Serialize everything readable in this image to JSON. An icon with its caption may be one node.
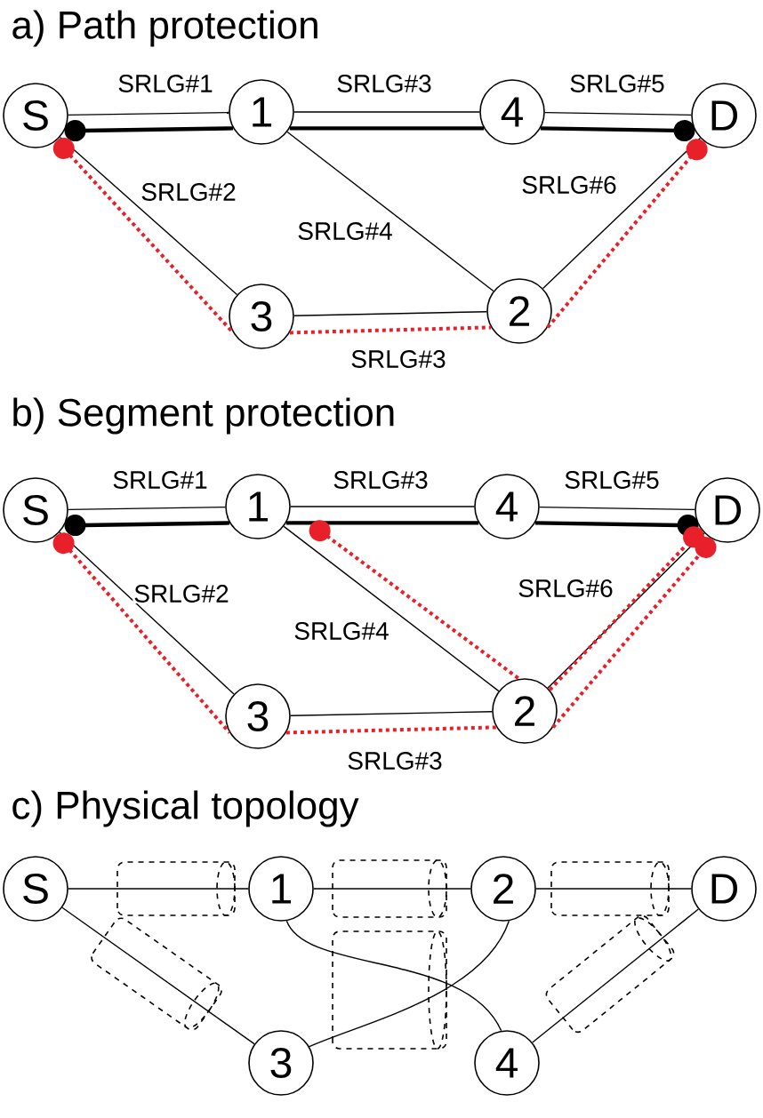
{
  "diagram": {
    "nodes": [
      {
        "text": [
          "S"
        ]
      },
      {
        "text": [
          "1"
        ]
      },
      {
        "text": [
          "4"
        ]
      },
      {
        "text": [
          "D"
        ]
      },
      {
        "text": [
          "3"
        ]
      },
      {
        "text": [
          "2"
        ]
      },
      {
        "text": [
          "S"
        ]
      },
      {
        "text": [
          "1"
        ]
      },
      {
        "text": [
          "4"
        ]
      },
      {
        "text": [
          "D"
        ]
      },
      {
        "text": [
          "3"
        ]
      },
      {
        "text": [
          "2"
        ]
      },
      {
        "text": [
          "S"
        ]
      },
      {
        "text": [
          "1"
        ]
      },
      {
        "text": [
          "2"
        ]
      },
      {
        "text": [
          "D"
        ]
      },
      {
        "text": [
          "3"
        ]
      },
      {
        "text": [
          "4"
        ]
      }
    ],
    "edges": [
      {
        "from": 0,
        "to": 1,
        "arrow": "none",
        "label": "SRLG#1"
      },
      {
        "from": 1,
        "to": 2,
        "arrow": "none",
        "label": "SRLG#3"
      },
      {
        "from": 2,
        "to": 3,
        "arrow": "none",
        "label": "SRLG#5"
      },
      {
        "from": 0,
        "to": 4,
        "arrow": "none",
        "label": "SRLG#2"
      },
      {
        "from": 1,
        "to": 5,
        "arrow": "none",
        "label": "SRLG#4"
      },
      {
        "from": 4,
        "to": 5,
        "arrow": "none",
        "label": "SRLG#3"
      },
      {
        "from": 5,
        "to": 3,
        "arrow": "none",
        "label": "SRLG#6"
      },
      {
        "from": 0,
        "to": 1,
        "arrow": "other",
        "style": "thick"
      },
      {
        "from": 1,
        "to": 2,
        "arrow": "none",
        "style": "thick"
      },
      {
        "from": 2,
        "to": 3,
        "arrow": "other",
        "style": "thick"
      },
      {
        "from": 0,
        "to": 4,
        "arrow": "other",
        "style": "dashed",
        "color": "#e8202a"
      },
      {
        "from": 4,
        "to": 5,
        "arrow": "none",
        "style": "dashed",
        "color": "#e8202a"
      },
      {
        "from": 5,
        "to": 3,
        "arrow": "other",
        "style": "dashed",
        "color": "#e8202a"
      },
      {
        "from": 6,
        "to": 7,
        "arrow": "none",
        "label": "SRLG#1"
      },
      {
        "from": 7,
        "to": 8,
        "arrow": "none",
        "label": "SRLG#3"
      },
      {
        "from": 8,
        "to": 9,
        "arrow": "none",
        "label": "SRLG#5"
      },
      {
        "from": 6,
        "to": 10,
        "arrow": "none",
        "label": "SRLG#2"
      },
      {
        "from": 7,
        "to": 11,
        "arrow": "none",
        "label": "SRLG#4"
      },
      {
        "from": 10,
        "to": 11,
        "arrow": "none",
        "label": "SRLG#3"
      },
      {
        "from": 11,
        "to": 9,
        "arrow": "none",
        "label": "SRLG#6"
      },
      {
        "from": 6,
        "to": 7,
        "arrow": "other",
        "style": "thick"
      },
      {
        "from": 7,
        "to": 8,
        "arrow": "none",
        "style": "thick"
      },
      {
        "from": 8,
        "to": 9,
        "arrow": "other",
        "style": "thick"
      },
      {
        "from": 6,
        "to": 10,
        "arrow": "other",
        "style": "dashed",
        "color": "#e8202a"
      },
      {
        "from": 10,
        "to": 11,
        "arrow": "none",
        "style": "dashed",
        "color": "#e8202a"
      },
      {
        "from": 11,
        "to": 9,
        "arrow": "other",
        "style": "dashed",
        "color": "#e8202a"
      },
      {
        "from": null,
        "to": 11,
        "arrow": "other",
        "style": "dashed",
        "color": "#e8202a"
      },
      {
        "from": 11,
        "to": 9,
        "arrow": "other",
        "style": "dashed",
        "color": "#e8202a"
      },
      {
        "from": 12,
        "to": 13,
        "arrow": "none"
      },
      {
        "from": 13,
        "to": 14,
        "arrow": "none"
      },
      {
        "from": 14,
        "to": 15,
        "arrow": "none"
      },
      {
        "from": 12,
        "to": 16,
        "arrow": "none"
      },
      {
        "from": 13,
        "to": 17,
        "arrow": "none"
      },
      {
        "from": 16,
        "to": 14,
        "arrow": "none"
      },
      {
        "from": 17,
        "to": 15,
        "arrow": "none"
      }
    ],
    "labels": [
      "a) Path protection",
      "b) Segment protection",
      "c) Physical topology"
    ]
  }
}
